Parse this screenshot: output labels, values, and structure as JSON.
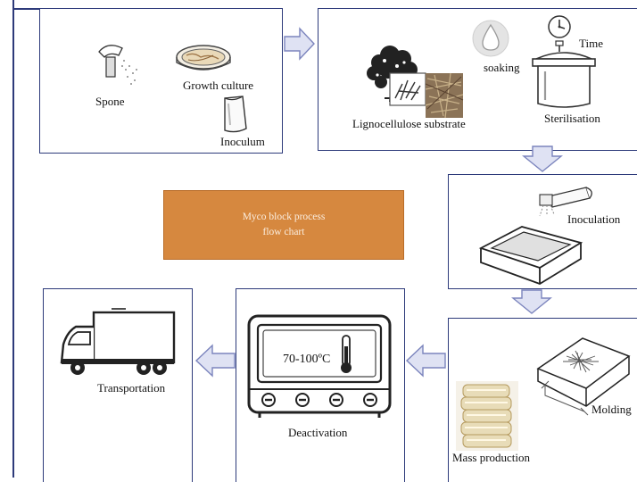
{
  "diagram": {
    "title_lines": [
      "Myco block process",
      "flow chart"
    ],
    "steps": {
      "spawn": {
        "label": "Spone"
      },
      "growth": {
        "label": "Growth culture"
      },
      "inoculum": {
        "label": "Inoculum"
      },
      "substrate": {
        "label": "Lignocellulose substrate"
      },
      "soaking": {
        "label": "soaking"
      },
      "time": {
        "label": "Time"
      },
      "sterilisation": {
        "label": "Sterilisation"
      },
      "inoculation": {
        "label": "Inoculation"
      },
      "molding": {
        "label": "Molding"
      },
      "mass_production": {
        "label": "Mass production"
      },
      "deactivation": {
        "label": "Deactivation",
        "temperature": "70-100ºC"
      },
      "transportation": {
        "label": "Transportation"
      }
    },
    "colors": {
      "box_border": "#2d3a7a",
      "arrow_fill": "#dfe2f3",
      "arrow_stroke": "#7b84bd",
      "title_fill": "#d6883f",
      "title_text": "#fbeee0"
    }
  }
}
